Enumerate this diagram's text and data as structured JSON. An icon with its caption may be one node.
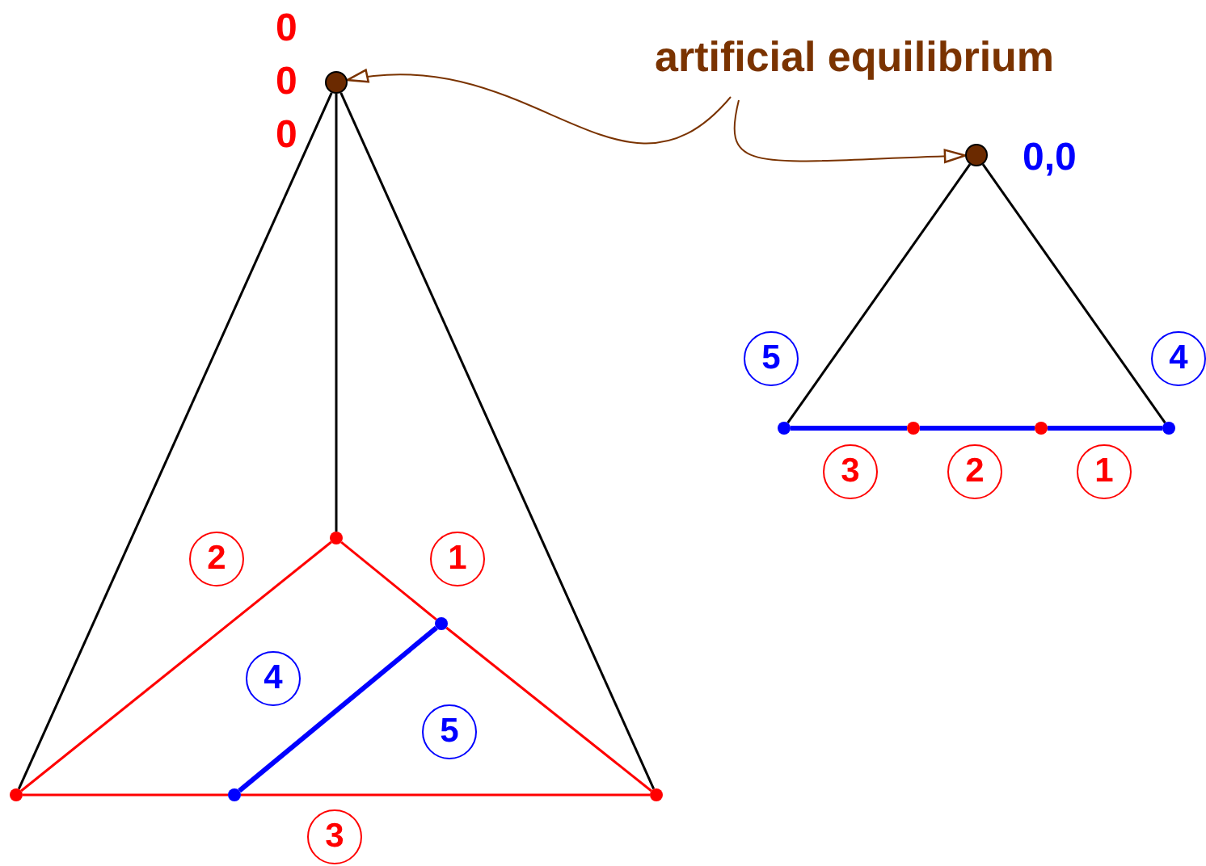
{
  "diagram": {
    "nodes": [
      {
        "text": [
          "artificial equilibrium"
        ]
      },
      {
        "text": [],
        "shape": "circle",
        "beside": [
          "0",
          "0",
          "0"
        ]
      },
      {
        "text": [],
        "shape": "circle"
      },
      {
        "text": [],
        "shape": "circle"
      },
      {
        "text": [],
        "shape": "circle"
      },
      {
        "text": [],
        "shape": "circle"
      },
      {
        "text": [],
        "shape": "circle"
      },
      {
        "text": [],
        "shape": "circle",
        "beside": [
          "0,0"
        ]
      },
      {
        "text": [],
        "shape": "circle"
      },
      {
        "text": [],
        "shape": "circle"
      },
      {
        "text": [],
        "shape": "circle"
      },
      {
        "text": [],
        "shape": "circle"
      }
    ],
    "edges": [
      {
        "from": 0,
        "to": 1,
        "arrow": "to",
        "color": "#7a3300"
      },
      {
        "from": 0,
        "to": 7,
        "arrow": "to",
        "color": "#7a3300"
      },
      {
        "from": 1,
        "to": 2,
        "arrow": "none",
        "color": "#000000"
      },
      {
        "from": 1,
        "to": 3,
        "arrow": "none",
        "color": "#000000"
      },
      {
        "from": 1,
        "to": 4,
        "arrow": "none",
        "color": "#000000"
      },
      {
        "from": 4,
        "to": 2,
        "arrow": "none",
        "color": "#ff0000"
      },
      {
        "from": 4,
        "to": 5,
        "arrow": "none",
        "color": "#ff0000"
      },
      {
        "from": 5,
        "to": 3,
        "arrow": "none",
        "color": "#ff0000"
      },
      {
        "from": 2,
        "to": 6,
        "arrow": "none",
        "color": "#ff0000"
      },
      {
        "from": 6,
        "to": 3,
        "arrow": "none",
        "color": "#ff0000"
      },
      {
        "from": 6,
        "to": 5,
        "arrow": "none",
        "style": "thick",
        "color": "#0000ff"
      },
      {
        "from": 7,
        "to": 8,
        "arrow": "none",
        "color": "#000000"
      },
      {
        "from": 7,
        "to": 11,
        "arrow": "none",
        "color": "#000000"
      },
      {
        "from": 8,
        "to": 9,
        "arrow": "none",
        "style": "thick",
        "color": "#0000ff"
      },
      {
        "from": 9,
        "to": 10,
        "arrow": "none",
        "style": "thick",
        "color": "#0000ff"
      },
      {
        "from": 10,
        "to": 11,
        "arrow": "none",
        "style": "thick",
        "color": "#0000ff"
      }
    ],
    "labels": [
      "5",
      "4",
      "3",
      "2",
      "1",
      "2",
      "1",
      "4",
      "5",
      "3"
    ]
  }
}
